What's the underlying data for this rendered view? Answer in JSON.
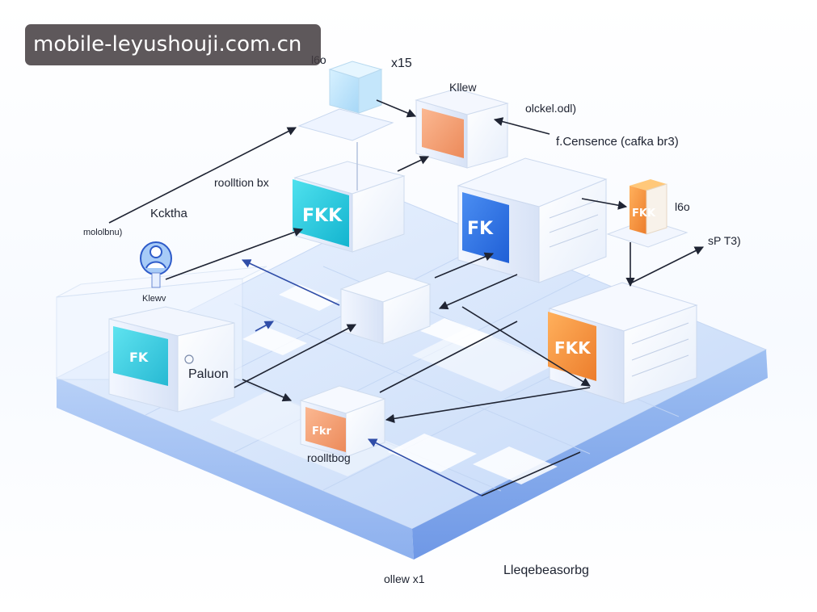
{
  "watermark": "mobile-leyushouji.com.cn",
  "labels": {
    "top_left_small": "l6o",
    "top_node": "x15",
    "top_right_node": "Kllew",
    "right_header": "olckel.odl)",
    "right_title": "f.Censence (cafka br3)",
    "mid_left_title": "roolltion bx",
    "left_title": "Kcktha",
    "far_left_small": "mololbnu)",
    "small_orange_right": "l6o",
    "right_arrow_label": "sP T3)",
    "left_icon_label": "Klewv",
    "left_box_label": "Paluon",
    "bottom_box_label": "roolltbog",
    "bottom_center": "ollew x1",
    "bottom_right": "Lleqebeasorbg"
  },
  "tiles": {
    "cyan_main": "FKK",
    "blue_main": "FK",
    "orange_small_right": "FKK",
    "orange_main": "FKK",
    "orange_bottom": "Fkr"
  },
  "colors": {
    "platform_top": "#d7e5fb",
    "platform_side": "#8fb2ef",
    "cyan": "#26c8d9",
    "blue": "#2d74e6",
    "orange": "#f08f3d",
    "light_blue": "#bfe6fb",
    "arrow": "#1f2433"
  },
  "icons": [
    "person-icon"
  ]
}
